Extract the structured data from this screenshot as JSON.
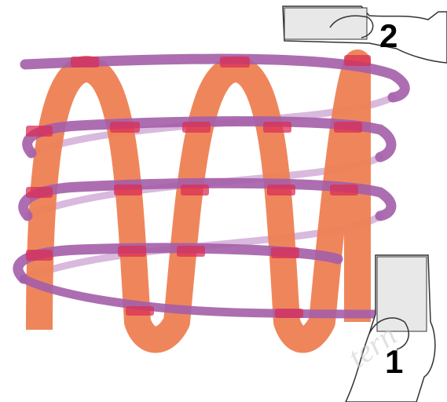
{
  "diagram": {
    "markers": [
      {
        "id": "top",
        "label": "2"
      },
      {
        "id": "bottom",
        "label": "1"
      }
    ],
    "watermark": "tern",
    "colors": {
      "orange_band": "#ee7f52",
      "purple_band": "#a45ea9",
      "purple_back": "#d9b9dd",
      "overlap": "#d92f55",
      "hand_fill": "#ffffff",
      "sketch": "#333333"
    }
  }
}
